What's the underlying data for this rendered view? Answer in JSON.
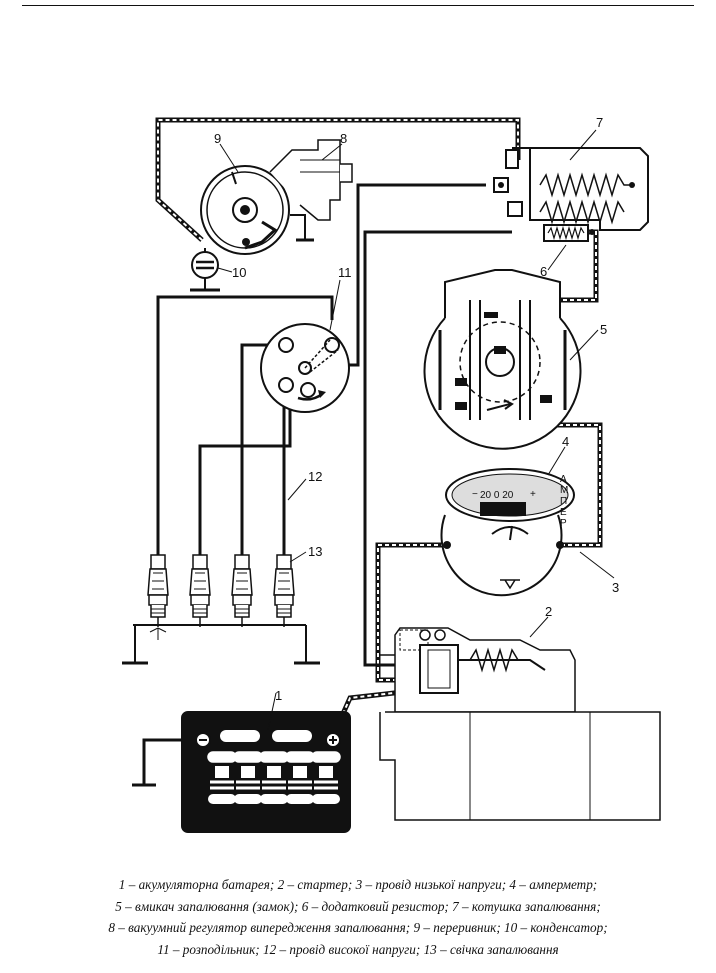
{
  "labels": {
    "n1": "1",
    "n2": "2",
    "n3": "3",
    "n4": "4",
    "n5": "5",
    "n6": "6",
    "n7": "7",
    "n8": "8",
    "n9": "9",
    "n10": "10",
    "n11": "11",
    "n12": "12",
    "n13": "13"
  },
  "meter": {
    "scale": "20 0 20",
    "letters": [
      "А",
      "М",
      "П",
      "Е",
      "Р"
    ],
    "minus": "−",
    "plus": "+"
  },
  "caption": {
    "line1": "1 – акумуляторна батарея; 2 – стартер; 3 – провід низької напруги; 4 – амперметр;",
    "line2": "5 – вмикач запалювання (замок); 6 – додатковий резистор; 7 – котушка запалювання;",
    "line3": "8 – вакуумний регулятор випередження запалювання; 9 – переривник; 10 – конденсатор;",
    "line4": "11 – розподільник; 12 – провід високої напруги; 13 – свічка запалювання"
  }
}
